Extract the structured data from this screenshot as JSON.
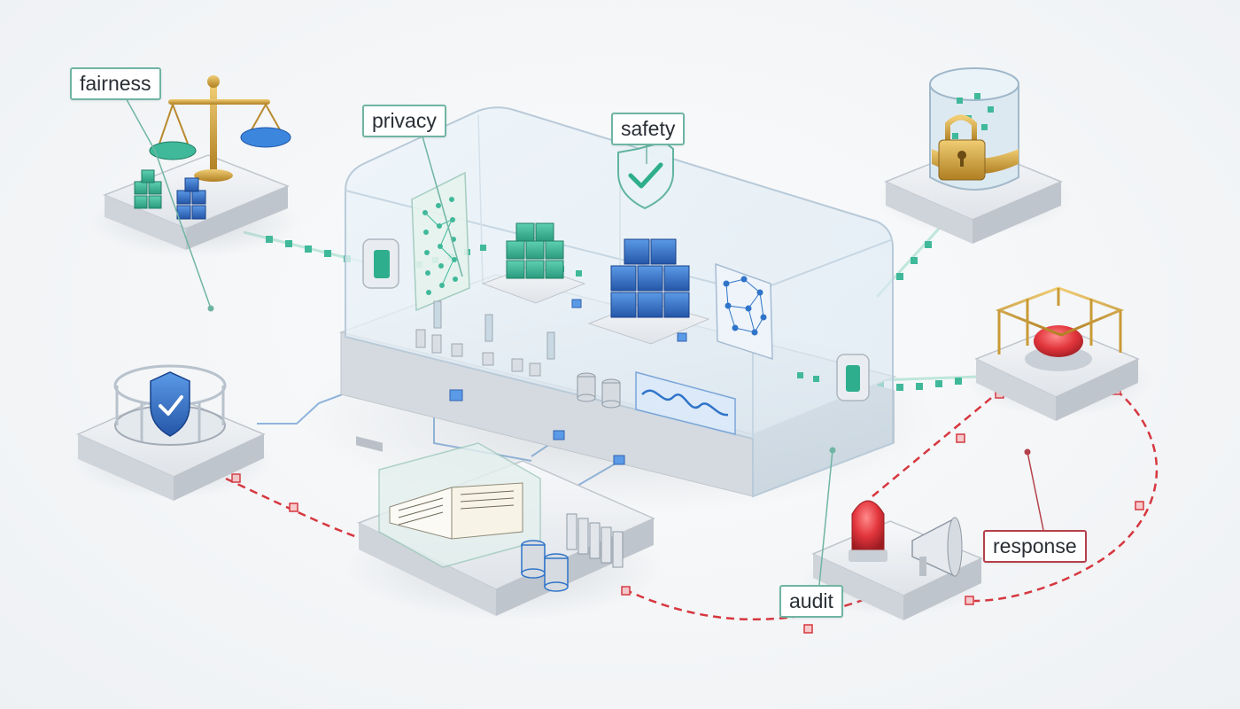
{
  "labels": {
    "fairness": "fairness",
    "privacy": "privacy",
    "safety": "safety",
    "audit": "audit",
    "response": "response"
  },
  "colors": {
    "teal": "#3fb99a",
    "blue": "#2f74c9",
    "red": "#d7373f",
    "gold": "#c99a35",
    "platform": "#e6e9ee",
    "glass": "#dce9f2"
  },
  "icons": {
    "fairness": "balance-scale-icon",
    "privacy": "encrypted-grid-panel-icon",
    "safety": "shield-check-icon",
    "secure_storage": "padlock-cylinder-icon",
    "guardrail": "shield-in-ring-icon",
    "documentation": "open-book-icon",
    "kill_switch": "caged-red-button-icon",
    "alarm": "red-beacon-megaphone-icon"
  }
}
